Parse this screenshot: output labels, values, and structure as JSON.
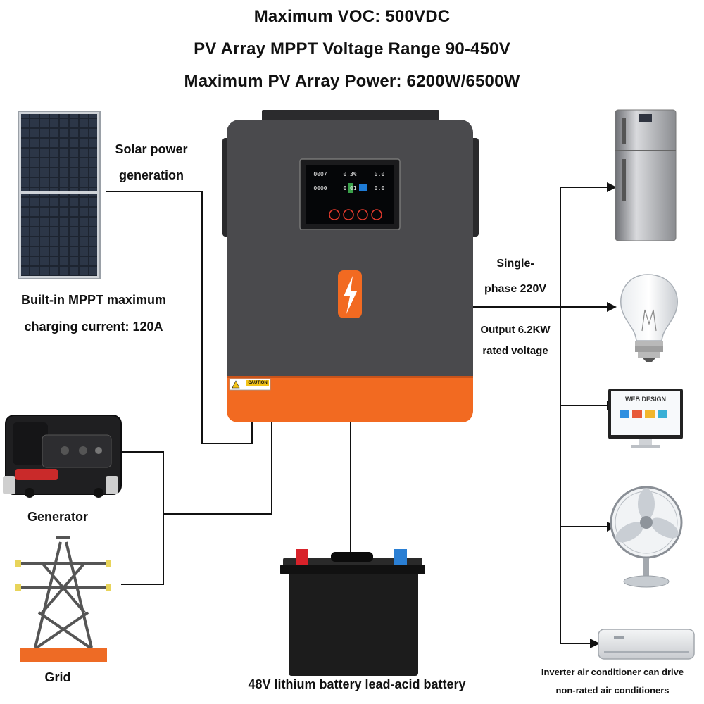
{
  "header": {
    "line1": "Maximum VOC: 500VDC",
    "line2": "PV Array MPPT Voltage Range 90-450V",
    "line3": "Maximum PV Array Power: 6200W/6500W"
  },
  "labels": {
    "solar_line1": "Solar power",
    "solar_line2": "generation",
    "mppt_line1": "Built-in MPPT maximum",
    "mppt_line2": "charging current: 120A",
    "generator": "Generator",
    "grid": "Grid",
    "battery": "48V lithium battery lead-acid battery",
    "phase_line1": "Single-",
    "phase_line2": "phase 220V",
    "output_line1": "Output 6.2KW",
    "output_line2": "rated voltage",
    "ac_line1": "Inverter air conditioner can drive",
    "ac_line2": "non-rated air conditioners"
  },
  "device": {
    "caution_label": "CAUTION",
    "lcd_readouts": [
      "0007",
      "0.3%",
      "0.0",
      "0000",
      "0.01",
      "0.0"
    ]
  },
  "monitor": {
    "screen_title": "WEB DESIGN"
  },
  "colors": {
    "inverter_body": "#4a4a4d",
    "inverter_accent": "#f26a21",
    "lightning": "#ffffff",
    "battery_body": "#1c1c1c",
    "terminal_positive": "#d8222a",
    "terminal_negative": "#2a7fd4",
    "connector_line": "#111111"
  }
}
